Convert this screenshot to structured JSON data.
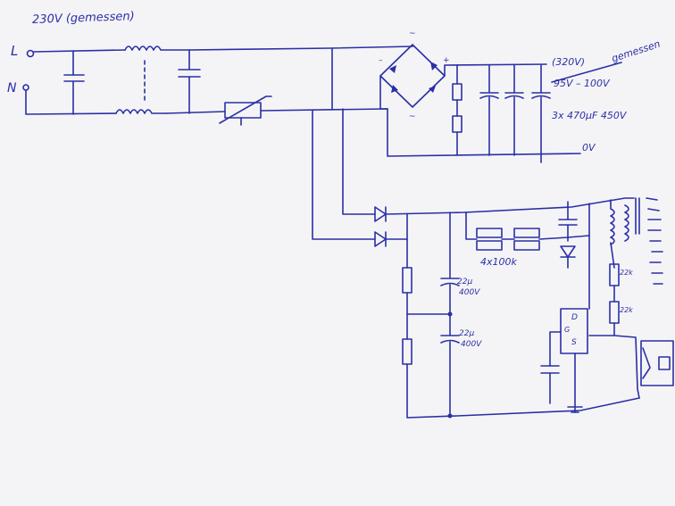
{
  "labels": {
    "supply": "230V (gemessen)",
    "terminal_l": "L",
    "terminal_n": "N",
    "dc_high": "(320V)",
    "measured": "gemessen",
    "measured_range": "95V – 100V",
    "caps": "3x 470µF 450V",
    "zero": "0V",
    "resistors": "4x100k",
    "cap_top": "22µ",
    "cap_top_v": "400V",
    "cap_bot": "22µ",
    "cap_bot_v": "400V",
    "res_a": "22k",
    "res_b": "22k",
    "ic_d": "D",
    "ic_g": "G",
    "ic_s": "S"
  },
  "colors": {
    "ink": "#2a2fa6",
    "paper": "#f4f4f6"
  }
}
